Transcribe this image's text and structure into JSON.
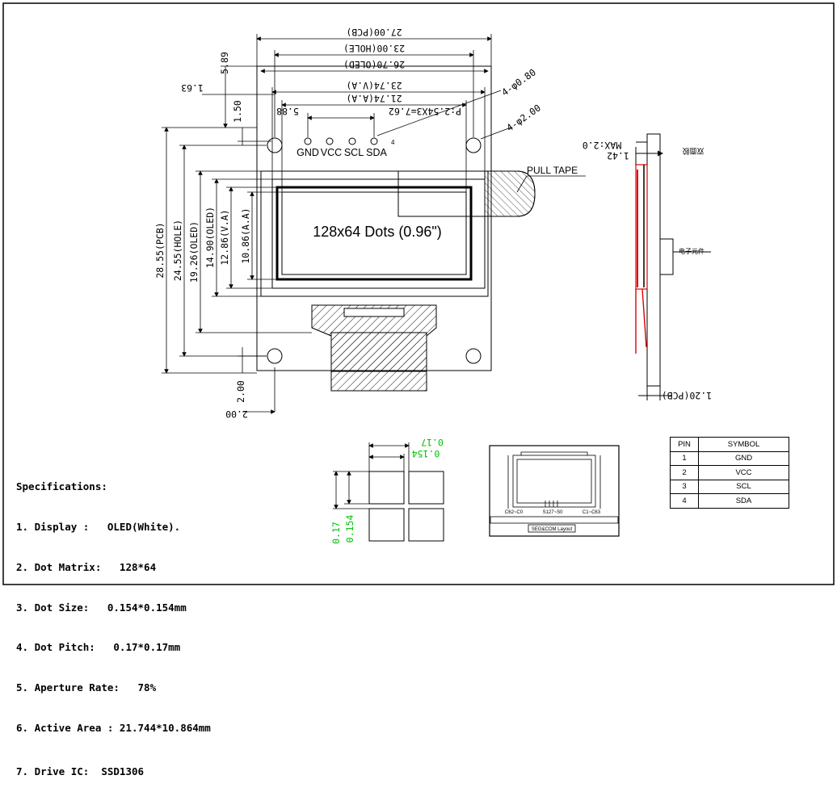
{
  "colors": {
    "ink": "#000000",
    "green_dimension": "#00c000",
    "red_layer": "#e00000",
    "hatch": "#000000"
  },
  "front_view": {
    "dims_horizontal": [
      "27.00(PCB)",
      "23.00(HOLE)",
      "26.70(OLED)",
      "23.74(V.A)",
      "21.74(A.A)",
      "P:2.54X3=7.62",
      "5.88"
    ],
    "dims_vertical": [
      "28.55(PCB)",
      "24.55(HOLE)",
      "19.26(OLED)",
      "14.90(OLED)",
      "12.86(V.A)",
      "10.86(A.A)"
    ],
    "dims_small": {
      "top_offset": "5.89",
      "left_offset": "1.63",
      "hole_offset": "1.50",
      "bottom_offset": "2.00",
      "bottom_left_offset": "2.00"
    },
    "hole_callouts": [
      "4-φ0.80",
      "4-φ2.00"
    ],
    "pins": [
      "GND",
      "VCC",
      "SCL",
      "SDA"
    ],
    "pin_number_marker": "4",
    "display_label": "128x64 Dots (0.96\")",
    "pull_tape_label": "PULL TAPE"
  },
  "side_view": {
    "max_label": "MAX:2.0",
    "thickness_label": "1.42",
    "pcb_label": "1.20(PCB)",
    "top_component_label": "双面胶",
    "component_label": "电子元件"
  },
  "dot_detail": {
    "pitch": "0.17",
    "size": "0.154"
  },
  "layout_detail": {
    "left_label": "C62~C0",
    "center_label": "S127~S0",
    "right_label": "C1~C63",
    "caption": "SEG&COM Layout"
  },
  "specifications": {
    "title": "Specifications:",
    "items": [
      "1. Display :   OLED(White).",
      "2. Dot Matrix:   128*64",
      "3. Dot Size:   0.154*0.154mm",
      "4. Dot Pitch:   0.17*0.17mm",
      "5. Aperture Rate:   78%",
      "6. Active Area : 21.744*10.864mm",
      "7. Drive IC:  SSD1306"
    ]
  },
  "pin_table": {
    "headers": [
      "PIN",
      "SYMBOL"
    ],
    "rows": [
      [
        "1",
        "GND"
      ],
      [
        "2",
        "VCC"
      ],
      [
        "3",
        "SCL"
      ],
      [
        "4",
        "SDA"
      ]
    ]
  }
}
